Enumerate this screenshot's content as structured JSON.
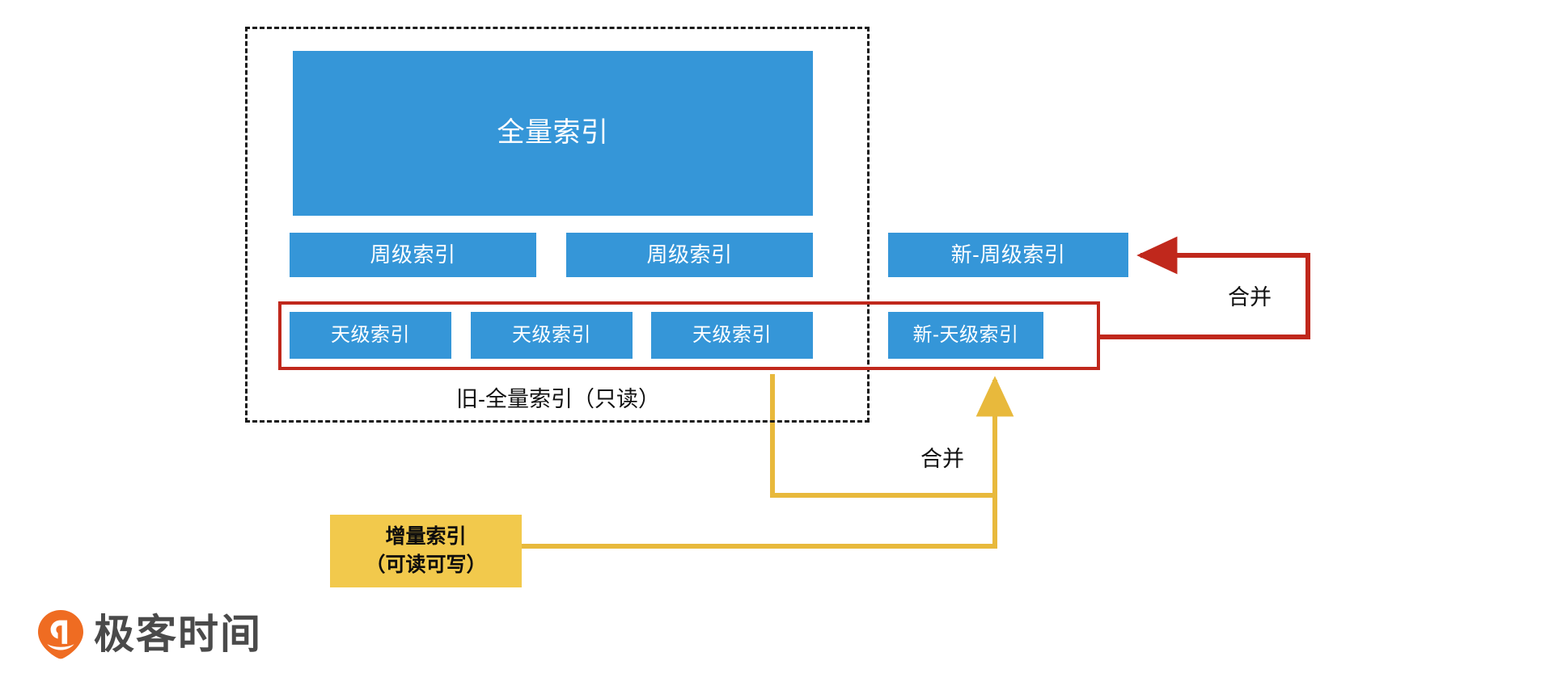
{
  "diagram": {
    "title_caption": "旧-全量索引（只读）",
    "old_group": {
      "full_index": {
        "label": "全量索引"
      },
      "weekly": [
        {
          "label": "周级索引"
        },
        {
          "label": "周级索引"
        }
      ],
      "daily": [
        {
          "label": "天级索引"
        },
        {
          "label": "天级索引"
        },
        {
          "label": "天级索引"
        }
      ]
    },
    "new_group": {
      "new_weekly": {
        "label": "新-周级索引"
      },
      "new_daily": {
        "label": "新-天级索引"
      }
    },
    "incremental": {
      "line1": "增量索引",
      "line2": "（可读可写）"
    },
    "edges": [
      {
        "id": "merge-weekly",
        "label": "合并",
        "color": "#c0281c"
      },
      {
        "id": "merge-daily",
        "label": "合并",
        "color": "#e8b93c"
      }
    ]
  },
  "branding": {
    "name": "极客时间"
  },
  "colors": {
    "blue": "#3596d8",
    "red": "#c0281c",
    "yellow": "#f2c94c",
    "yellow_line": "#e8b93c",
    "dashed": "#1a1a1a",
    "logo_orange": "#ef6c22",
    "logo_text": "#4a4a4a"
  }
}
